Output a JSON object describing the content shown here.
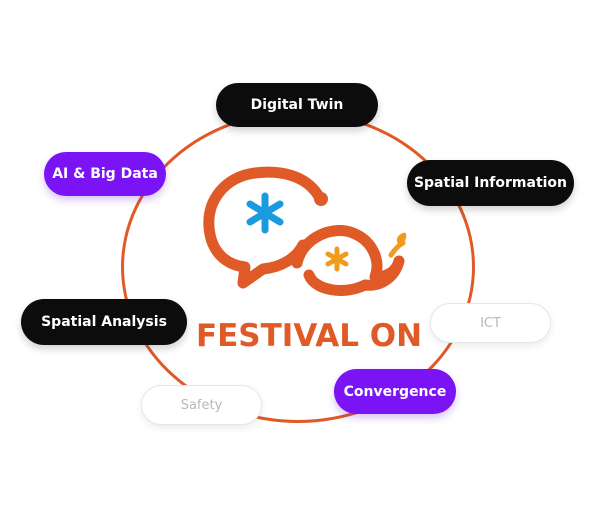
{
  "brand": {
    "name": "FESTIVAL ON",
    "accent_color": "#e05a28",
    "star_blue": "#1a9be0",
    "star_orange": "#f29a1a"
  },
  "keywords": [
    {
      "id": "digital-twin",
      "label": "Digital Twin",
      "style": "dark"
    },
    {
      "id": "ai-big-data",
      "label": "AI & Big Data",
      "style": "purple"
    },
    {
      "id": "spatial-information",
      "label": "Spatial Information",
      "style": "dark"
    },
    {
      "id": "spatial-analysis",
      "label": "Spatial Analysis",
      "style": "dark"
    },
    {
      "id": "ict",
      "label": "ICT",
      "style": "light"
    },
    {
      "id": "convergence",
      "label": "Convergence",
      "style": "purple"
    },
    {
      "id": "safety",
      "label": "Safety",
      "style": "light"
    }
  ],
  "colors": {
    "dark_pill": "#0c0c0c",
    "purple_pill": "#7a14f5",
    "light_pill_text": "#b8b8b8",
    "ring": "#e05a28"
  }
}
